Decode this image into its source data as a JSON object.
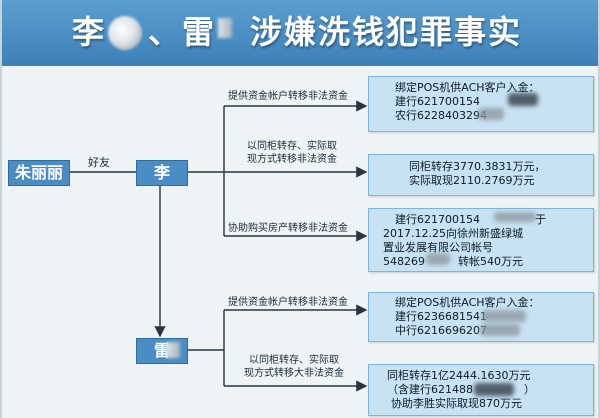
{
  "title": {
    "char1": "李",
    "sep": "、",
    "char2": "雷",
    "rest": "涉嫌洗钱犯罪事实"
  },
  "nodes": {
    "zhu": "朱丽丽",
    "li": "李",
    "lei": "雷"
  },
  "relation": "好友",
  "branches": {
    "li_1": "提供资金帐户转移非法资金",
    "li_2_line1": "以同柜转存、实际取",
    "li_2_line2": "现方式转移非法资金",
    "li_3": "协助购买房产转移非法资金",
    "lei_1": "提供资金帐户转移非法资金",
    "lei_2_line1": "以同柜转存、实际取",
    "lei_2_line2": "现方式转移大非法资金"
  },
  "boxes": {
    "b1": [
      "绑定POS机供ACH客户入金：",
      "建行621700154",
      "农行6228403294"
    ],
    "b2": [
      "同柜转存3770.3831万元，",
      "实际取现2110.2769万元"
    ],
    "b3": [
      "建行621700154",
      "于",
      "2017.12.25向徐州新盛绿城",
      "置业发展有限公司帐号",
      "548269",
      "转帐540万元"
    ],
    "b4": [
      "绑定POS机供ACH客户入金：",
      "建行6236681541",
      "中行6216696207"
    ],
    "b5": [
      "同柜转存1亿2444.1630万元",
      "（含建行621488",
      "）",
      "协助李胜实际取现870万元"
    ]
  },
  "colors": {
    "title_bg": "#4a8cc4",
    "node_bg": "#4a8cc4",
    "box_bg": "#c7e2f2",
    "line": "#2b3440"
  }
}
